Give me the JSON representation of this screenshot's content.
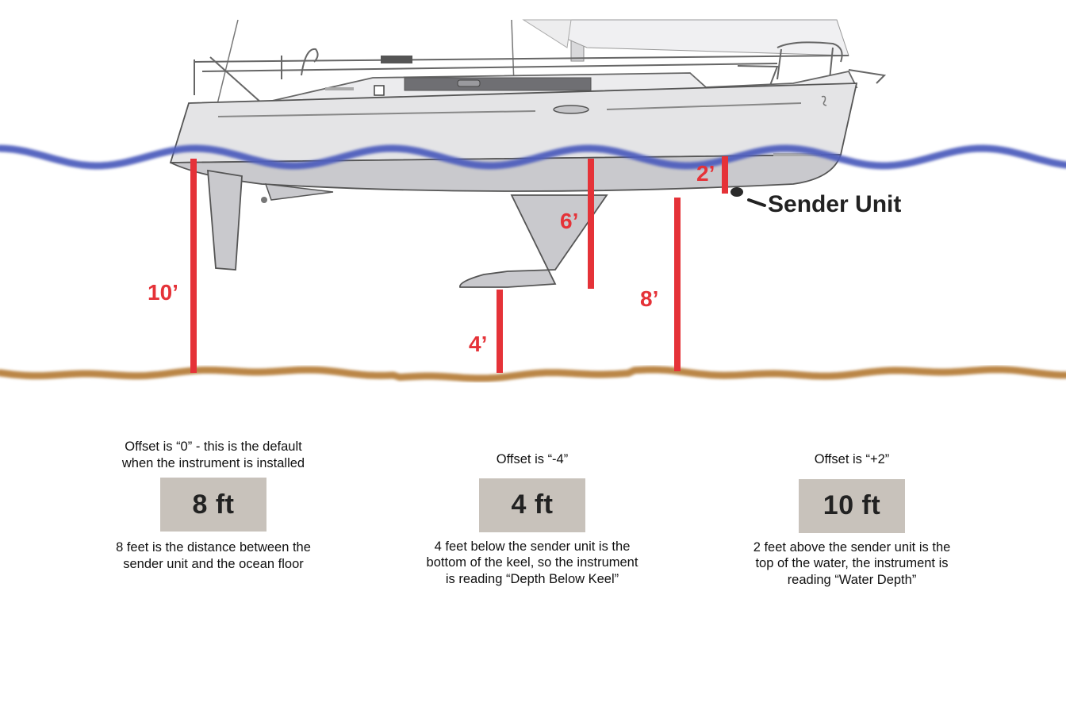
{
  "colors": {
    "water_line": "#4f5ebd",
    "sea_floor": "#b7803c",
    "depth_lines": "#e53238",
    "display_bg": "#c8c2bb",
    "hull": "#e4e4e6",
    "hull_bottom": "#c8c8cc",
    "outline": "#555555"
  },
  "depth_labels": {
    "sender_to_floor": "10’",
    "keel_to_floor": "4’",
    "waterline_to_keel": "6’",
    "sender_to_floor_short": "8’",
    "waterline_to_sender": "2’"
  },
  "sender_label": "Sender Unit",
  "panels": [
    {
      "offset_text": "Offset is “0” - this is the default\nwhen the instrument is installed",
      "display_value": "8 ft",
      "description": "8 feet is the distance between the\nsender unit and the ocean floor"
    },
    {
      "offset_text": "Offset is “-4”",
      "display_value": "4 ft",
      "description": "4 feet below the sender unit is the\nbottom of the keel, so the instrument\nis reading “Depth Below Keel”"
    },
    {
      "offset_text": "Offset is “+2”",
      "display_value": "10 ft",
      "description": "2 feet above the sender unit is the\ntop of the water, the instrument is\nreading “Water Depth”"
    }
  ]
}
